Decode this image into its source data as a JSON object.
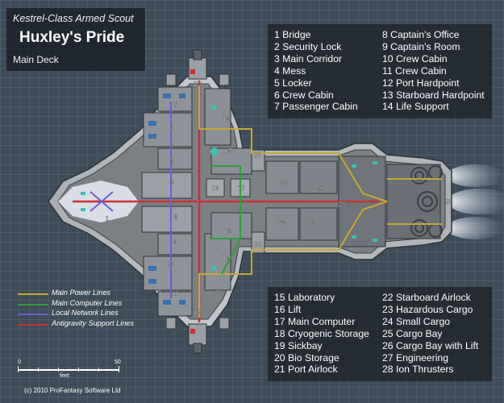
{
  "header": {
    "subtitle": "Kestrel-Class Armed Scout",
    "ship_name": "Huxley's Pride",
    "deck": "Main Deck"
  },
  "key_top_left": [
    "1 Bridge",
    "2 Security Lock",
    "3 Main Corridor",
    "4 Mess",
    "5 Locker",
    "6 Crew Cabin",
    "7 Passenger Cabin"
  ],
  "key_top_right": [
    "8 Captain's Office",
    "9 Captain's Room",
    "10 Crew Cabin",
    "11 Crew Cabin",
    "12 Port Hardpoint",
    "13 Starboard Hardpoint",
    "14 Life Support"
  ],
  "key_bottom_left": [
    "15 Laboratory",
    "16 Lift",
    "17 Main Computer",
    "18 Cryogenic Storage",
    "19 Sickbay",
    "20 Bio Storage",
    "21 Port Airlock"
  ],
  "key_bottom_right": [
    "22 Starboard Airlock",
    "23 Hazardous Cargo",
    "24 Small Cargo",
    "25 Cargo Bay",
    "26 Cargo Bay with Lift",
    "27 Engineering",
    "28 Ion Thrusters"
  ],
  "legend": [
    {
      "label": "Main Power Lines",
      "color": "#c8a832"
    },
    {
      "label": "Main Computer Lines",
      "color": "#2e9e3a"
    },
    {
      "label": "Local Network Lines",
      "color": "#6a5fd0"
    },
    {
      "label": "Antigravity Support Lines",
      "color": "#c83030"
    }
  ],
  "scale": {
    "min": "0",
    "max": "50",
    "unit": "feet"
  },
  "copyright": "(c) 2010 ProFantasy Software Ltd",
  "room_labels": [
    "1",
    "2",
    "3",
    "4",
    "5",
    "6",
    "6",
    "7",
    "8",
    "9",
    "10",
    "11",
    "12",
    "13",
    "14",
    "15",
    "16",
    "17",
    "18",
    "19",
    "20",
    "21",
    "22",
    "23",
    "24",
    "25",
    "26",
    "27",
    "28"
  ],
  "colors": {
    "power": "#c8a832",
    "computer": "#2e9e3a",
    "network": "#6a5fd0",
    "antigravity": "#c83030"
  }
}
